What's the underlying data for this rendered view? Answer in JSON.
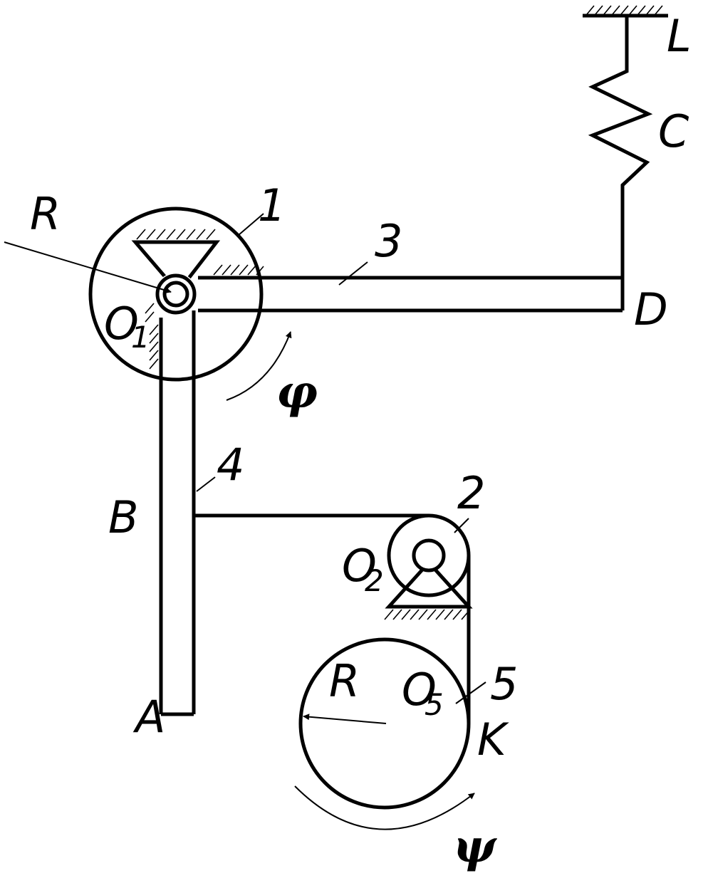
{
  "labels": {
    "L": "L",
    "C": "C",
    "D": "D",
    "R_top": "R",
    "O1_base": "O",
    "O1_sub": "1",
    "one": "1",
    "three": "3",
    "phi": "φ",
    "four": "4",
    "B": "B",
    "two": "2",
    "O2_base": "O",
    "O2_sub": "2",
    "A": "A",
    "R_bottom": "R",
    "O5_base": "O",
    "O5_sub": "5",
    "five": "5",
    "K": "K",
    "psi": "ψ"
  }
}
